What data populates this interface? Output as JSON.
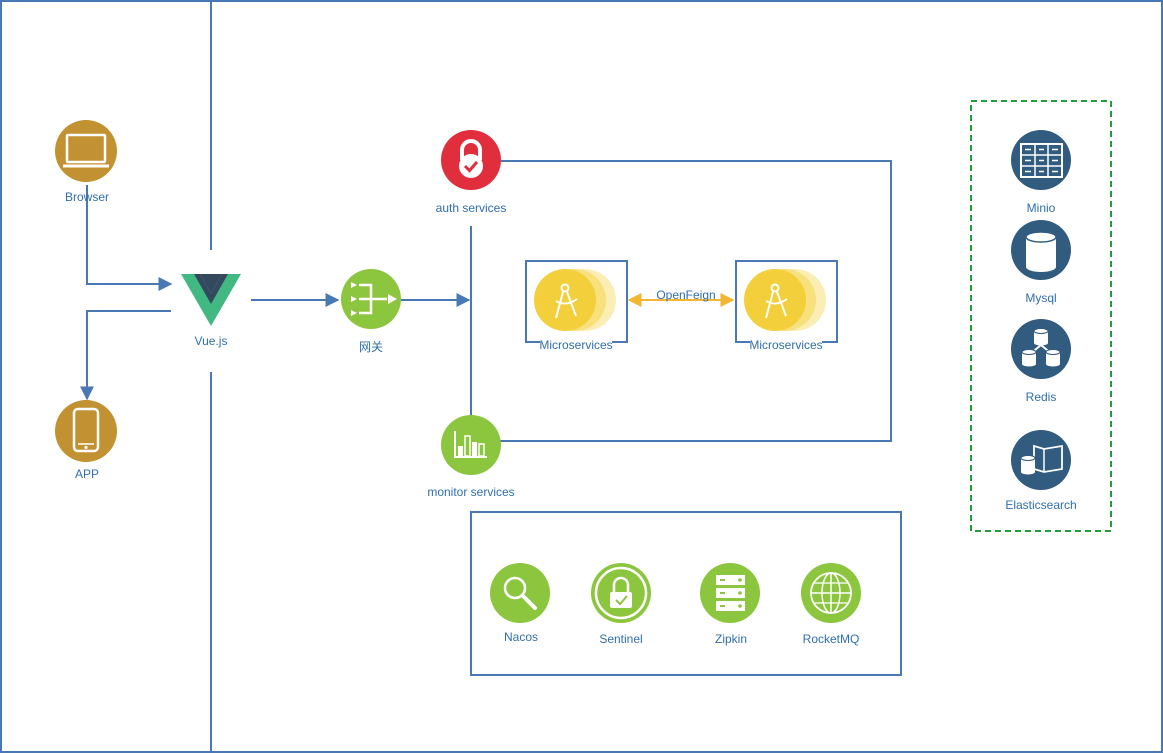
{
  "clients": {
    "browser": {
      "label": "Browser",
      "icon": "monitor-icon"
    },
    "app": {
      "label": "APP",
      "icon": "smartphone-icon"
    }
  },
  "frontend": {
    "label": "Vue.js",
    "icon": "vue-logo-icon"
  },
  "gateway": {
    "label": "网关",
    "icon": "gateway-icon"
  },
  "services": {
    "auth": {
      "label": "auth services",
      "icon": "lock-icon"
    },
    "monitor": {
      "label": "monitor services",
      "icon": "bar-chart-icon"
    },
    "microservice_a": {
      "label": "Microservices",
      "icon": "compass-icon"
    },
    "microservice_b": {
      "label": "Microservices",
      "icon": "compass-icon"
    },
    "link_label": "OpenFeign"
  },
  "infrastructure": [
    {
      "label": "Nacos",
      "icon": "search-icon"
    },
    {
      "label": "Sentinel",
      "icon": "shield-lock-icon"
    },
    {
      "label": "Zipkin",
      "icon": "server-stack-icon"
    },
    {
      "label": "RocketMQ",
      "icon": "globe-icon"
    }
  ],
  "storage": [
    {
      "label": "Minio",
      "icon": "storage-grid-icon"
    },
    {
      "label": "Mysql",
      "icon": "database-icon"
    },
    {
      "label": "Redis",
      "icon": "database-cluster-icon"
    },
    {
      "label": "Elasticsearch",
      "icon": "database-book-icon"
    }
  ],
  "colors": {
    "frame": "#4a78b5",
    "label": "#2f6fae",
    "client": "#c29131",
    "green": "#8cc63f",
    "red": "#e02e3d",
    "micro": "#f2cf3b",
    "storage": "#325b80",
    "dashed": "#1f9e3a",
    "feign": "#f2b632"
  }
}
